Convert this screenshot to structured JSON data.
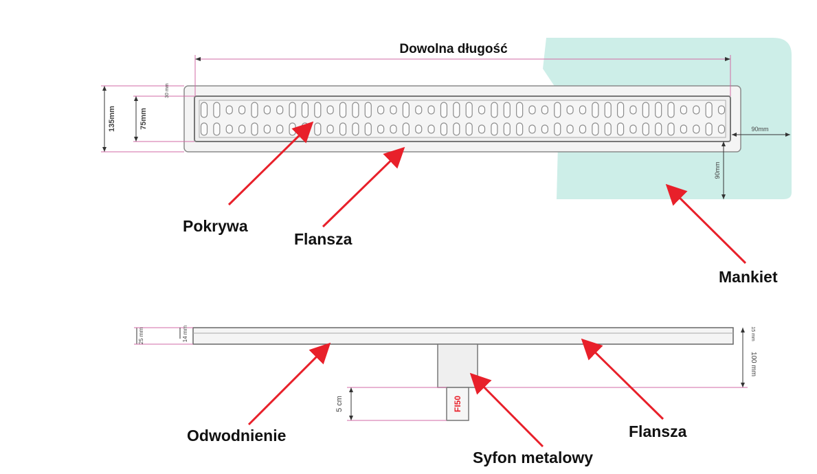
{
  "top_view": {
    "length_label": "Dowolna długość",
    "dim_total_height": "135mm",
    "dim_inner_height": "75mm",
    "dim_offset": "30 mm",
    "dim_sleeve_width": "90mm",
    "dim_sleeve_height": "90mm",
    "sleeve_color": "#cdeee8",
    "grate_holes_per_row": 42
  },
  "side_view": {
    "dim_total": "25 mm",
    "dim_flange": "14 mm",
    "dim_top_right": "15 mm",
    "dim_depth": "100 mm",
    "dim_outlet": "5 cm",
    "outlet_label": "FI50"
  },
  "callouts": {
    "pokrywa": "Pokrywa",
    "flansza_top": "Flansza",
    "mankiet": "Mankiet",
    "odwodnienie": "Odwodnienie",
    "flansza_bottom": "Flansza",
    "syfon": "Syfon metalowy"
  },
  "colors": {
    "arrow": "#e8202a",
    "dim_line": "#d26aa4",
    "outline": "#8a8a8a"
  }
}
